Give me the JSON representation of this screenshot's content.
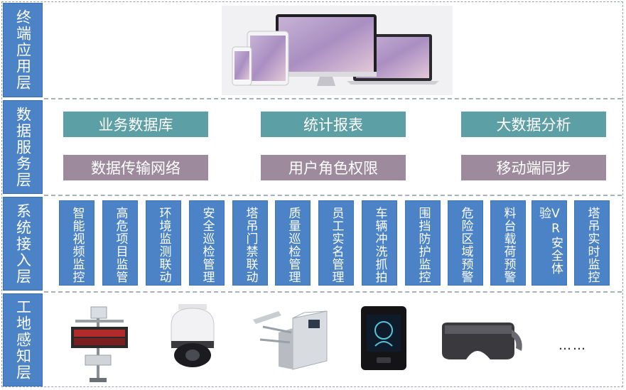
{
  "layers": [
    {
      "name": "终端应用层"
    },
    {
      "name": "数据服务层"
    },
    {
      "name": "系统接入层"
    },
    {
      "name": "工地感知层"
    }
  ],
  "services": [
    {
      "label": "业务数据库",
      "color": "#5c9fa5"
    },
    {
      "label": "统计报表",
      "color": "#5c9fa5"
    },
    {
      "label": "大数据分析",
      "color": "#5c9fa5"
    },
    {
      "label": "数据传输网络",
      "color": "#9d8a9c"
    },
    {
      "label": "用户角色权限",
      "color": "#9d8a9c"
    },
    {
      "label": "移动端同步",
      "color": "#9d8a9c"
    }
  ],
  "modules": [
    {
      "label": "智能视频监控"
    },
    {
      "label": "高危项目监管"
    },
    {
      "label": "环境监测联动"
    },
    {
      "label": "安全巡检管理"
    },
    {
      "label": "塔吊门禁联动"
    },
    {
      "label": "质量巡检管理"
    },
    {
      "label": "员工实名管理"
    },
    {
      "label": "车辆冲洗抓拍"
    },
    {
      "label": "围挡防护监控"
    },
    {
      "label": "危险区域预警"
    },
    {
      "label": "料台载荷预警"
    },
    {
      "label": "VR安全体验"
    },
    {
      "label": "塔吊实时监控"
    }
  ],
  "devices": [
    {
      "icon": "environment-monitor-icon"
    },
    {
      "icon": "dome-camera-icon"
    },
    {
      "icon": "turnstile-gate-icon"
    },
    {
      "icon": "face-recognition-terminal-icon"
    },
    {
      "icon": "vr-headset-icon"
    }
  ],
  "more_text": "……",
  "colors": {
    "layer_blue": "#4b83c6",
    "teal": "#5c9fa5",
    "mauve": "#9d8a9c"
  }
}
